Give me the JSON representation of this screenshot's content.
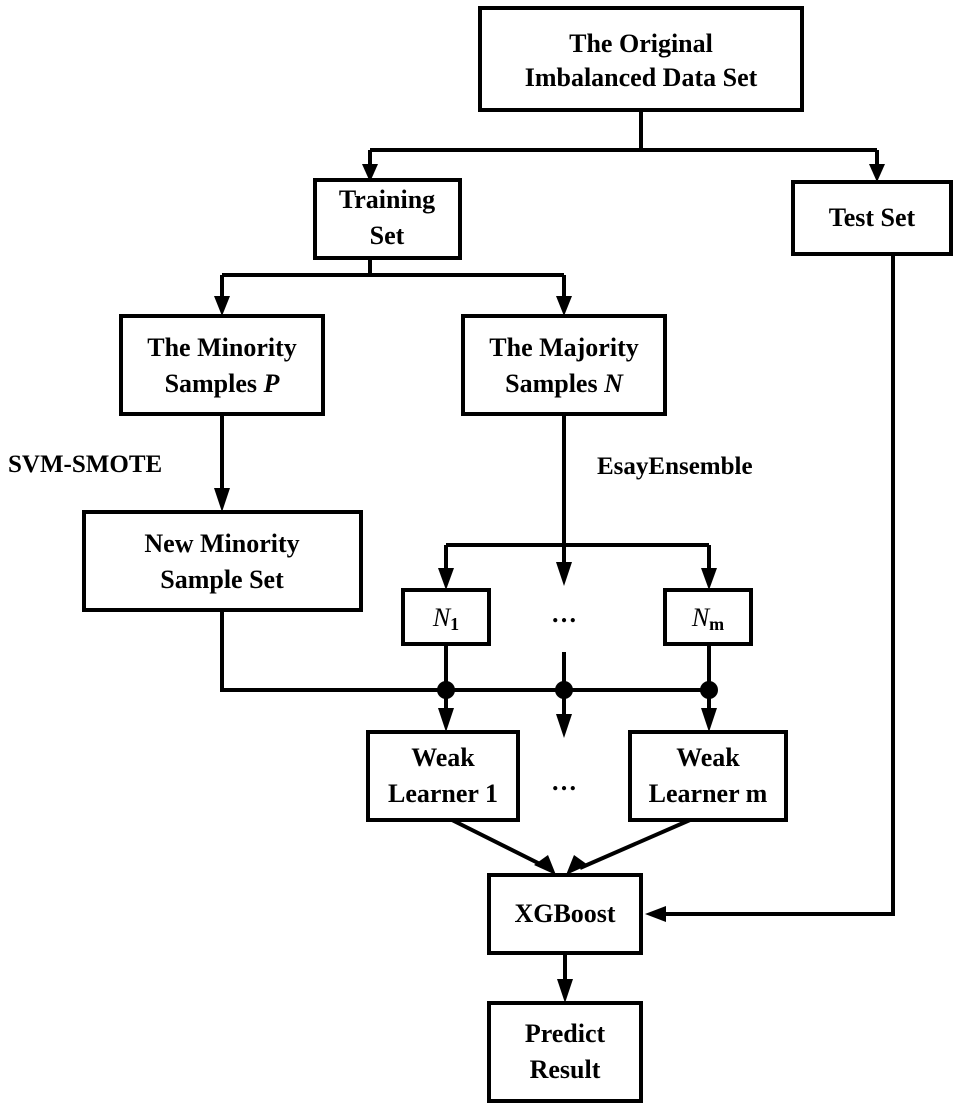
{
  "diagram": {
    "nodes": {
      "original": {
        "line1": "The Original",
        "line2": "Imbalanced Data Set"
      },
      "training": {
        "line1": "Training",
        "line2": "Set"
      },
      "test": {
        "line1": "Test Set"
      },
      "minority": {
        "line1": "The Minority",
        "line2": "Samples ",
        "var": "P"
      },
      "majority": {
        "line1": "The Majority",
        "line2": "Samples ",
        "var": "N"
      },
      "new_minority": {
        "line1": "New Minority",
        "line2": "Sample Set"
      },
      "n1": {
        "var": "N",
        "sub": "1"
      },
      "nm": {
        "var": "N",
        "sub": "m"
      },
      "weak1": {
        "line1": "Weak",
        "line2": "Learner 1"
      },
      "weakm": {
        "line1": "Weak",
        "line2": "Learner m"
      },
      "xgboost": {
        "line1": "XGBoost"
      },
      "predict": {
        "line1": "Predict",
        "line2": "Result"
      }
    },
    "edge_labels": {
      "svm_smote": "SVM-SMOTE",
      "easy_ensemble": "EsayEnsemble"
    },
    "ellipsis": "…"
  }
}
